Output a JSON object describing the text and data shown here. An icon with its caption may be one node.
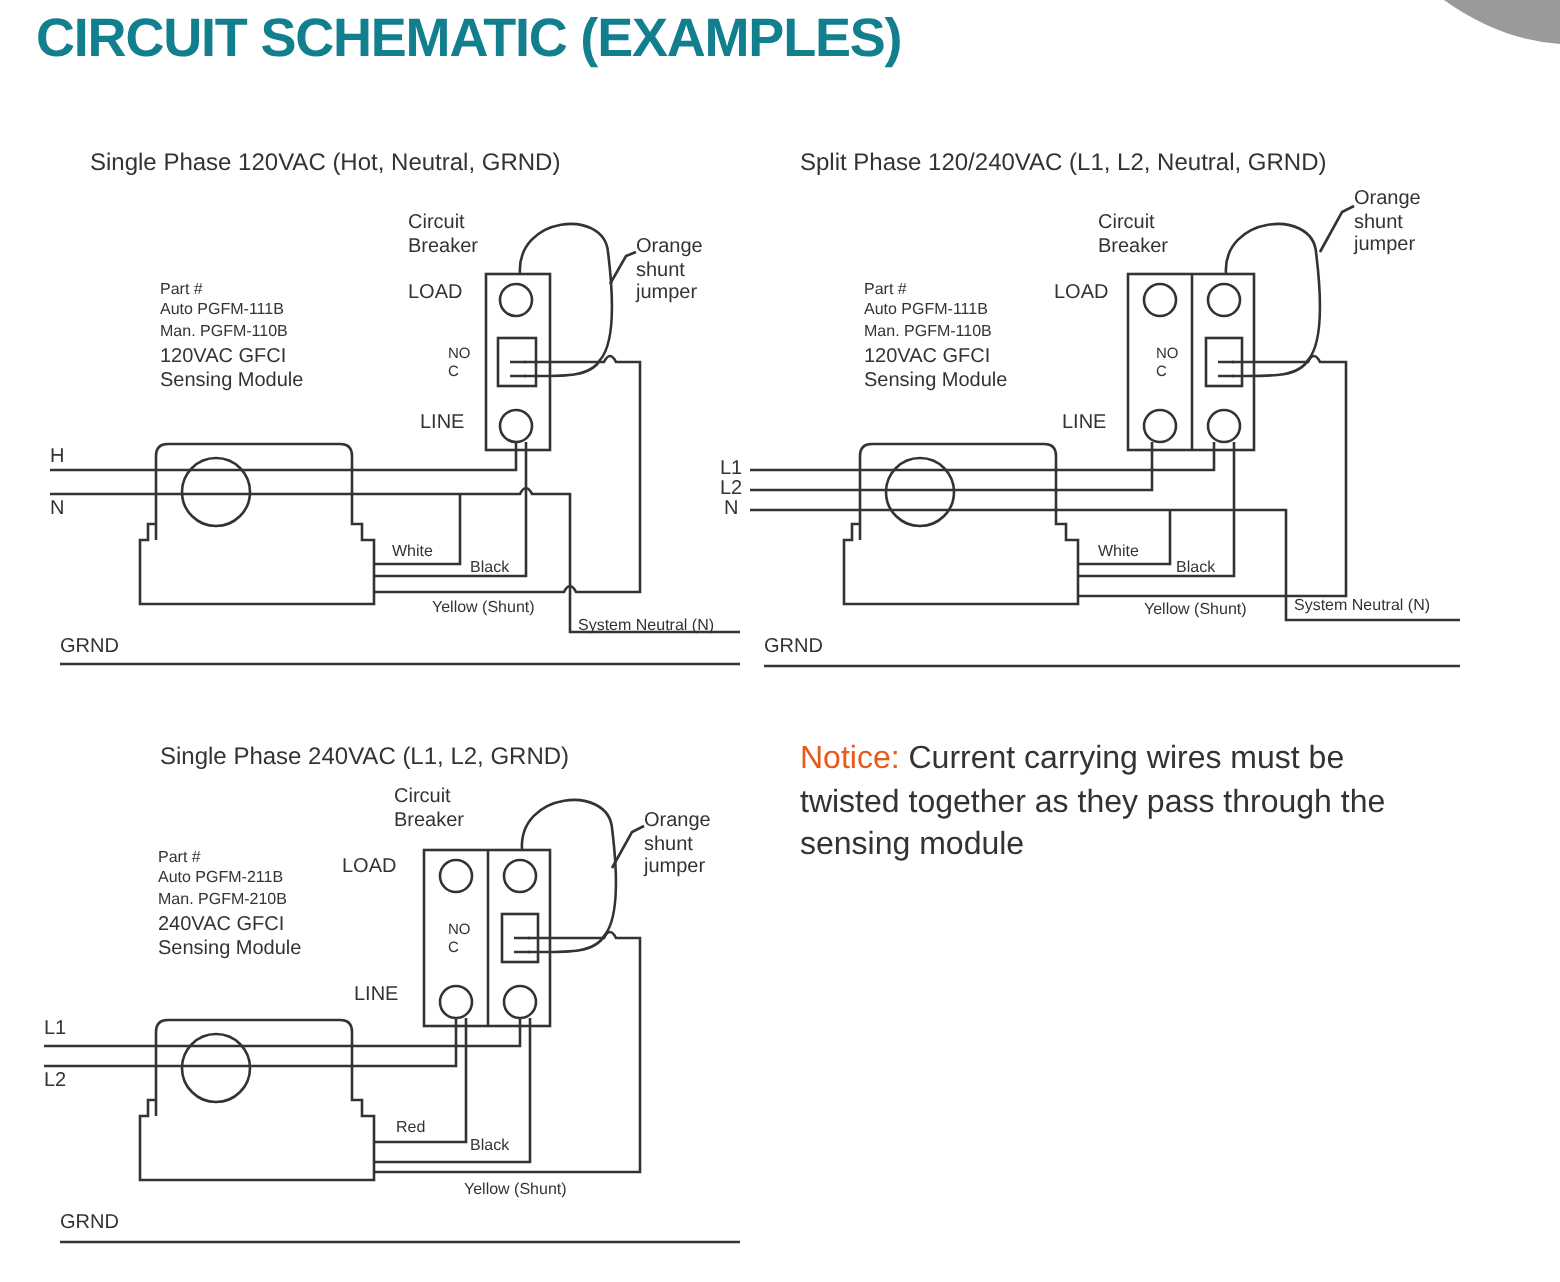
{
  "diagram": {
    "title": "CIRCUIT SCHEMATIC (EXAMPLES)",
    "nodes": [
      {
        "text": [
          "Orange shunt jumper"
        ]
      },
      {
        "text": [
          "Orange shunt jumper"
        ]
      },
      {
        "text": [
          "Orange shunt jumper"
        ]
      }
    ],
    "edges": [
      {
        "from": 0,
        "to": null,
        "arrow": "none"
      },
      {
        "from": 1,
        "to": null,
        "arrow": "none"
      },
      {
        "from": 2,
        "to": null,
        "arrow": "none"
      }
    ],
    "labels": [
      "Single Phase 120VAC (Hot, Neutral, GRND)",
      "Circuit Breaker",
      "LOAD",
      "Part #",
      "Auto  PGFM-111B",
      "Man. PGFM-110B",
      "120VAC GFCI Sensing Module",
      "NO",
      "C",
      "LINE",
      "H",
      "N",
      "White",
      "Black",
      "Yellow (Shunt)",
      "System Neutral (N)",
      "GRND",
      "Split Phase 120/240VAC (L1, L2, Neutral, GRND)",
      "Circuit Breaker",
      "LOAD",
      "Part #",
      "Auto  PGFM-111B",
      "Man. PGFM-110B",
      "120VAC GFCI Sensing Module",
      "NO",
      "C",
      "LINE",
      "L1",
      "L2",
      "N",
      "White",
      "Black",
      "Yellow (Shunt)",
      "System Neutral (N)",
      "GRND",
      "Single Phase 240VAC (L1, L2, GRND)",
      "Circuit Breaker",
      "LOAD",
      "Part #",
      "Auto  PGFM-211B",
      "Man. PGFM-210B",
      "240VAC GFCI Sensing Module",
      "NO",
      "C",
      "LINE",
      "L1",
      "L2",
      "Red",
      "Black",
      "Yellow (Shunt)",
      "GRND",
      "Notice:",
      "Current carrying wires must be twisted together as they pass through the sensing module"
    ]
  }
}
